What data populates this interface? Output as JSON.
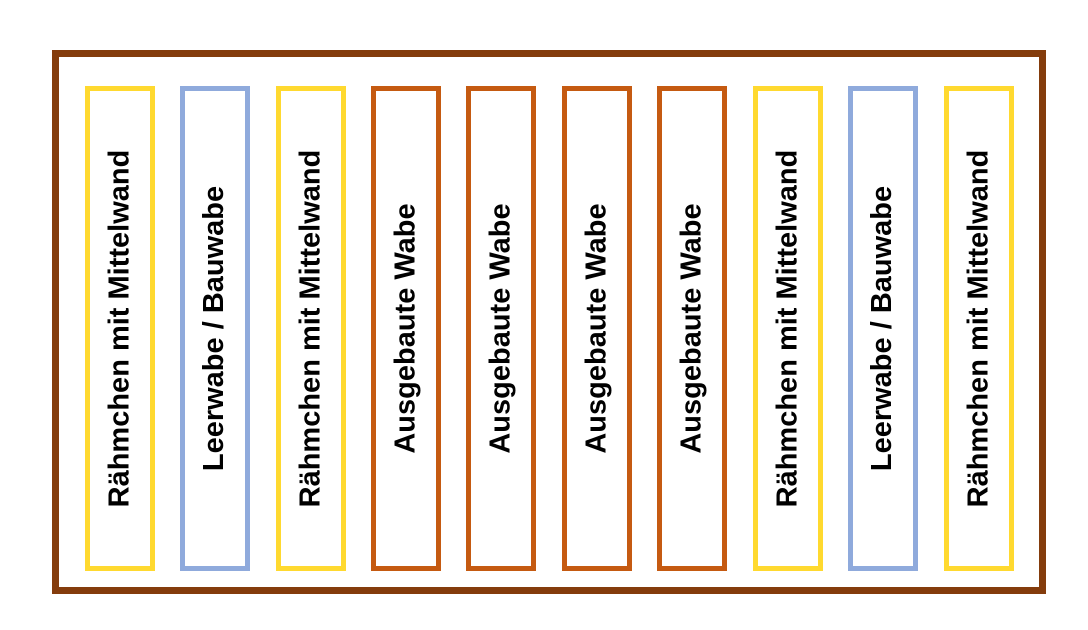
{
  "colors": {
    "box_border": "#843c0c",
    "mittelwand": "#ffd92f",
    "leerwabe": "#8faadc",
    "ausgebaut": "#c55a11"
  },
  "frames": [
    {
      "label": "Rähmchen mit Mittelwand",
      "kind": "mittelwand"
    },
    {
      "label": "Leerwabe / Bauwabe",
      "kind": "leerwabe"
    },
    {
      "label": "Rähmchen mit Mittelwand",
      "kind": "mittelwand"
    },
    {
      "label": "Ausgebaute Wabe",
      "kind": "ausgebaut"
    },
    {
      "label": "Ausgebaute Wabe",
      "kind": "ausgebaut"
    },
    {
      "label": "Ausgebaute Wabe",
      "kind": "ausgebaut"
    },
    {
      "label": "Ausgebaute Wabe",
      "kind": "ausgebaut"
    },
    {
      "label": "Rähmchen mit Mittelwand",
      "kind": "mittelwand"
    },
    {
      "label": "Leerwabe / Bauwabe",
      "kind": "leerwabe"
    },
    {
      "label": "Rähmchen mit Mittelwand",
      "kind": "mittelwand"
    }
  ]
}
